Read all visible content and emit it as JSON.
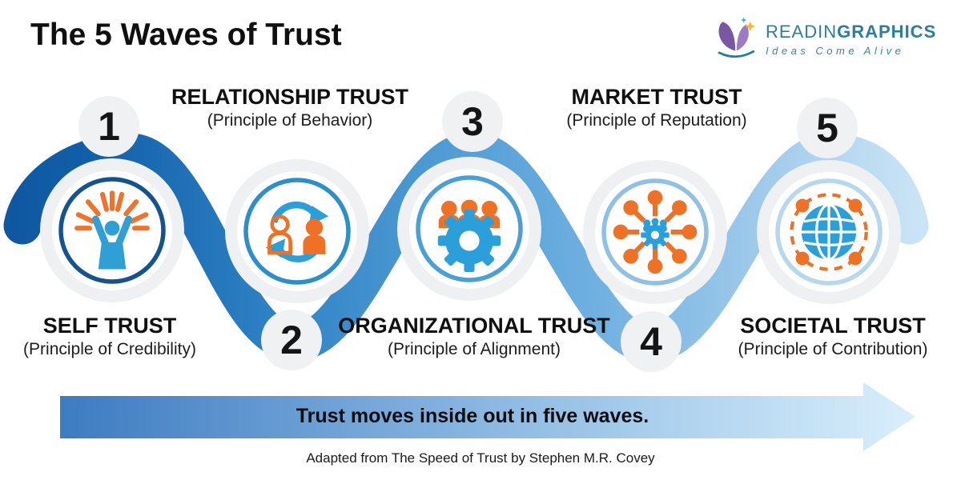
{
  "header": {
    "title": "The 5 Waves of Trust"
  },
  "logo": {
    "brand_regular": "READIN",
    "brand_bold": "GRAPHICS",
    "tagline": "Ideas Come Alive"
  },
  "stations": [
    {
      "number": "1",
      "name": "SELF TRUST",
      "principle": "(Principle of Credibility)",
      "ring_color": "#15538f",
      "icon": "celebrating-person"
    },
    {
      "number": "2",
      "name": "RELATIONSHIP TRUST",
      "principle": "(Principle of Behavior)",
      "ring_color": "#2b8fc9",
      "icon": "people-exchange"
    },
    {
      "number": "3",
      "name": "ORGANIZATIONAL TRUST",
      "principle": "(Principle of Alignment)",
      "ring_color": "#4aa0d6",
      "icon": "team-gear"
    },
    {
      "number": "4",
      "name": "MARKET TRUST",
      "principle": "(Principle of Reputation)",
      "ring_color": "#8fc1e4",
      "icon": "network-hub"
    },
    {
      "number": "5",
      "name": "SOCIETAL TRUST",
      "principle": "(Principle of Contribution)",
      "ring_color": "#b5d8ee",
      "icon": "globe-network"
    }
  ],
  "arrow": {
    "label": "Trust moves inside out in five waves."
  },
  "footer": {
    "caption": "Adapted from The Speed of Trust by Stephen M.R. Covey"
  },
  "palette": {
    "wave_start": "#0e57a0",
    "wave_end": "#d4e9f8",
    "orange": "#ee7125",
    "icon_blue": "#2b9fd9",
    "disc_gray": "#eef0f1",
    "badge_gray": "#f0f1f2",
    "arrow_start": "#3d7cc1",
    "arrow_end": "#d9eefb",
    "logo_teal": "#2c7ea1"
  }
}
